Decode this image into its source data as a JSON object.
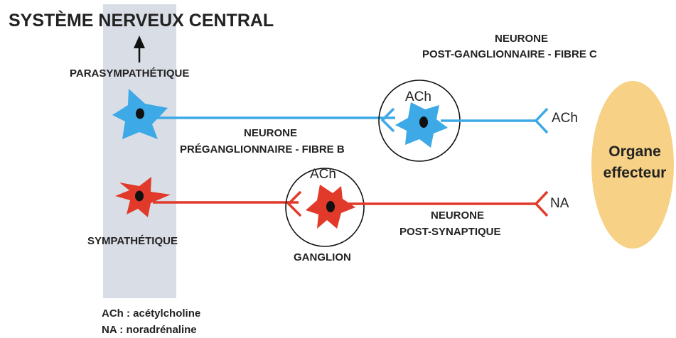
{
  "title": "SYSTÈME NERVEUX CENTRAL",
  "parasympathetic_label": "PARASYMPATHÉTIQUE",
  "sympathetic_label": "SYMPATHÉTIQUE",
  "preganglionic_label": {
    "line1": "NEURONE",
    "line2": "PRÉGANGLIONNAIRE - FIBRE B"
  },
  "postganglionic_label": {
    "line1": "NEURONE",
    "line2": "POST-GANGLIONNAIRE - FIBRE C"
  },
  "postsynaptic_label": {
    "line1": "NEURONE",
    "line2": "POST-SYNAPTIQUE"
  },
  "ganglion_label": "GANGLION",
  "ach_ganglion_top": "ACh",
  "ach_ganglion_bottom": "ACh",
  "ach_terminal": "ACh",
  "na_terminal": "NA",
  "organ": {
    "line1": "Organe",
    "line2": "effecteur"
  },
  "legend": {
    "line1": "ACh : acétylcholine",
    "line2": "NA : noradrénaline"
  },
  "colors": {
    "parasympathetic": "#3da9e6",
    "sympathetic": "#e23a2a",
    "cns_band": "#d9dde6",
    "organ": "#f6d186",
    "nucleus": "#111111",
    "text": "#222222"
  }
}
